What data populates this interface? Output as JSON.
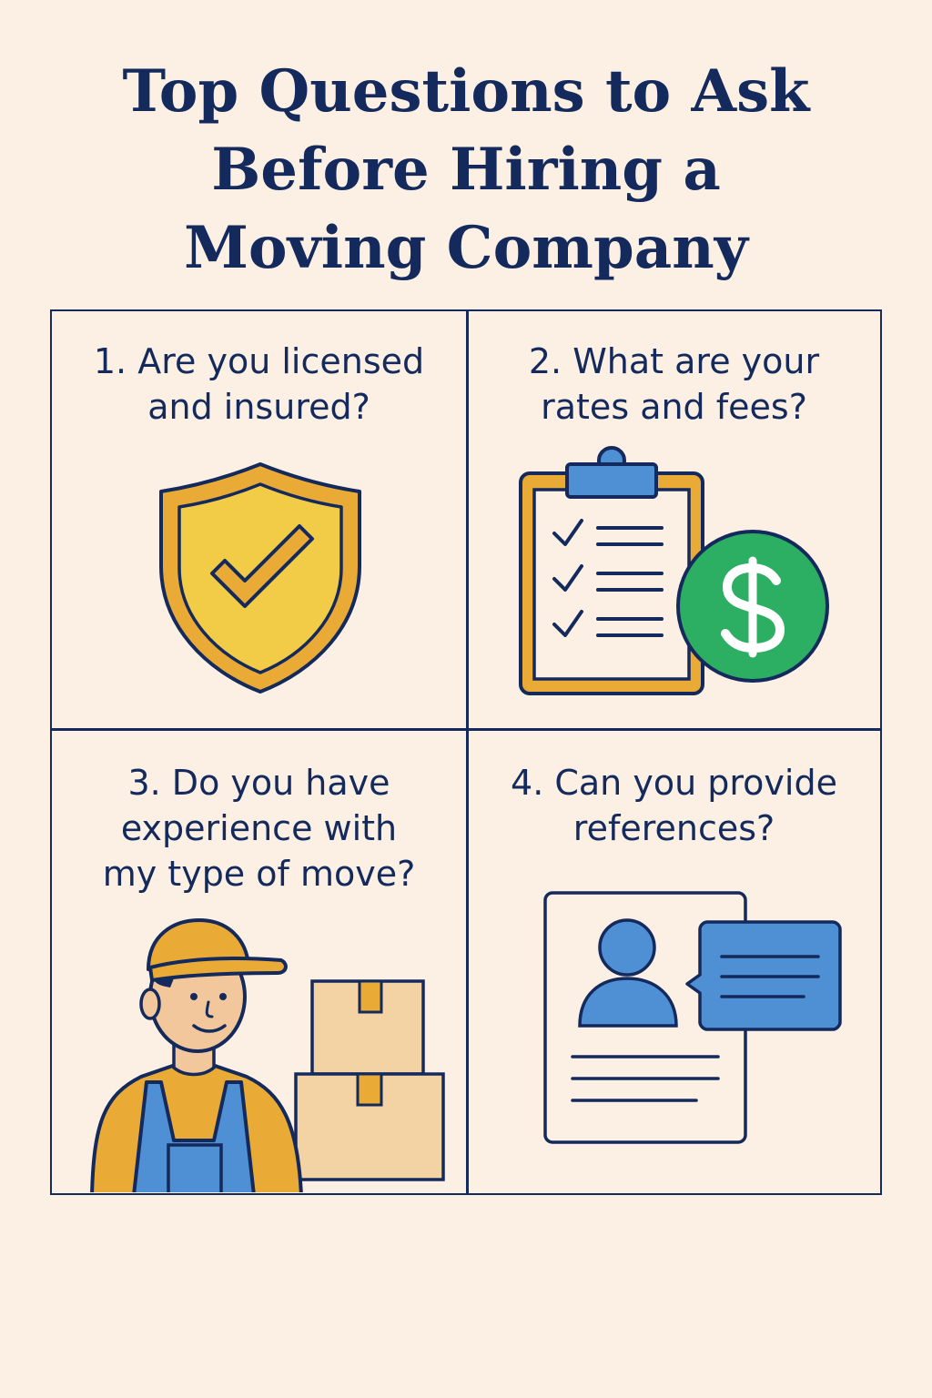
{
  "title": {
    "line1": "Top Questions to Ask",
    "line2": "Before Hiring a",
    "line3": "Moving Company"
  },
  "questions": [
    {
      "lines": [
        "1. Are you licensed",
        "and insured?"
      ],
      "icon": "shield-check-icon"
    },
    {
      "lines": [
        "2. What are your",
        "rates and fees?"
      ],
      "icon": "clipboard-dollar-icon"
    },
    {
      "lines": [
        "3. Do you have",
        "experience with",
        "my type of move?"
      ],
      "icon": "mover-with-boxes-icon"
    },
    {
      "lines": [
        "4. Can you provide",
        "references?"
      ],
      "icon": "profile-speech-bubble-icon"
    }
  ],
  "colors": {
    "background": "#fbf0e3",
    "navy": "#14295c",
    "gold": "#e9ab36",
    "yellow": "#f2cc46",
    "blue": "#4f8fd4",
    "green": "#2cae63",
    "box": "#f3d3a4",
    "skin": "#f2c79c"
  }
}
